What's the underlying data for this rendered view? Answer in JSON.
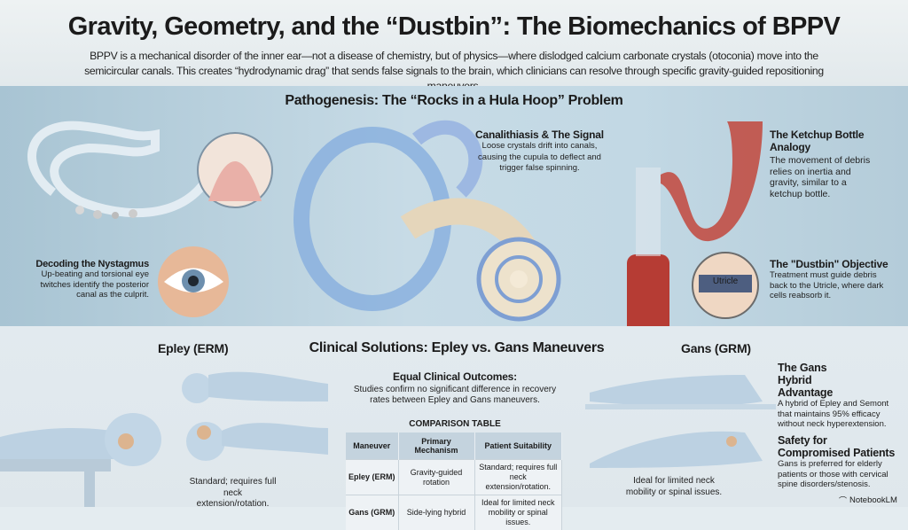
{
  "header": {
    "title": "Gravity, Geometry, and the “Dustbin”: The Biomechanics of BPPV",
    "subtitle": "BPPV is a mechanical disorder of the inner ear—not a disease of chemistry, but of physics—where dislodged calcium carbonate crystals (otoconia) move into the semicircular canals. This creates “hydrodynamic drag” that sends false signals to the brain, which clinicians can resolve through specific gravity-guided repositioning maneuvers."
  },
  "pathogenesis": {
    "title": "Pathogenesis: The “Rocks in a Hula Hoop” Problem",
    "canalithiasis": {
      "title": "Canalithiasis & The Signal",
      "text": "Loose crystals drift into canals, causing the cupula to deflect and trigger false spinning."
    },
    "ketchup": {
      "title": "The Ketchup Bottle Analogy",
      "text": "The movement of debris relies on inertia and gravity, similar to a ketchup bottle."
    },
    "dustbin": {
      "title": "The \"Dustbin\" Objective",
      "text": "Treatment must guide debris back to the Utricle, where dark cells reabsorb it.",
      "inset_label": "Utricle"
    },
    "nystagmus": {
      "title": "Decoding the Nystagmus",
      "text": "Up-beating and torsional eye twitches identify the posterior canal as the culprit."
    }
  },
  "solutions": {
    "title": "Clinical Solutions: Epley vs. Gans Maneuvers",
    "epley": {
      "label": "Epley (ERM)",
      "caption": "Standard; requires full neck extension/rotation."
    },
    "gans": {
      "label": "Gans (GRM)",
      "caption": "Ideal for limited neck mobility or spinal issues."
    },
    "outcomes": {
      "title": "Equal Clinical Outcomes:",
      "text": "Studies confirm no significant difference in recovery rates between Epley and Gans maneuvers."
    },
    "table": {
      "title": "COMPARISON TABLE",
      "headers": [
        "Maneuver",
        "Primary Mechanism",
        "Patient Suitability"
      ],
      "rows": [
        [
          "Epley (ERM)",
          "Gravity-guided rotation",
          "Standard; requires full neck extension/rotation."
        ],
        [
          "Gans (GRM)",
          "Side-lying hybrid",
          "Ideal for limited neck mobility or spinal issues."
        ]
      ]
    },
    "hybrid": {
      "title": "The Gans Hybrid Advantage",
      "text": "A hybrid of Epley and Semont that maintains 95% efficacy without neck hyperextension."
    },
    "safety": {
      "title": "Safety for Compromised Patients",
      "text": "Gans is preferred for elderly patients or those with cervical spine disorders/stenosis."
    }
  },
  "branding": {
    "label": "NotebookLM"
  },
  "colors": {
    "ketchup": "#b5342a",
    "canal_blue": "#6f8fd0",
    "bone": "#e9dcc4",
    "skin": "#e3b89a",
    "figure": "#b9d0e2"
  }
}
